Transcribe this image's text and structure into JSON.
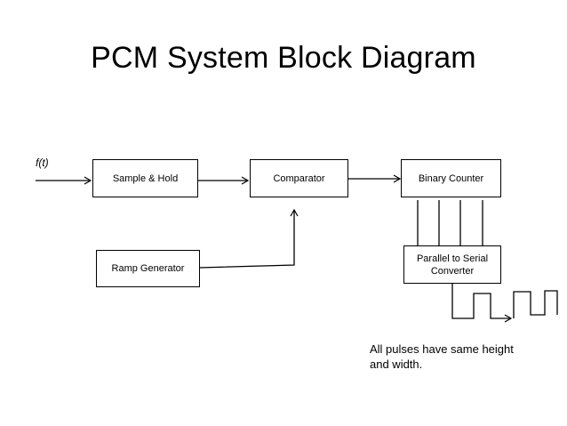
{
  "title": "PCM System Block Diagram",
  "input_label": "f(t)",
  "blocks": {
    "sample_hold": "Sample & Hold",
    "comparator": "Comparator",
    "binary_counter": "Binary Counter",
    "ramp_generator": "Ramp Generator",
    "p2s_line1": "Parallel to Serial",
    "p2s_line2": "Converter"
  },
  "note": {
    "line1": "All pulses have same height",
    "line2": "and width."
  }
}
